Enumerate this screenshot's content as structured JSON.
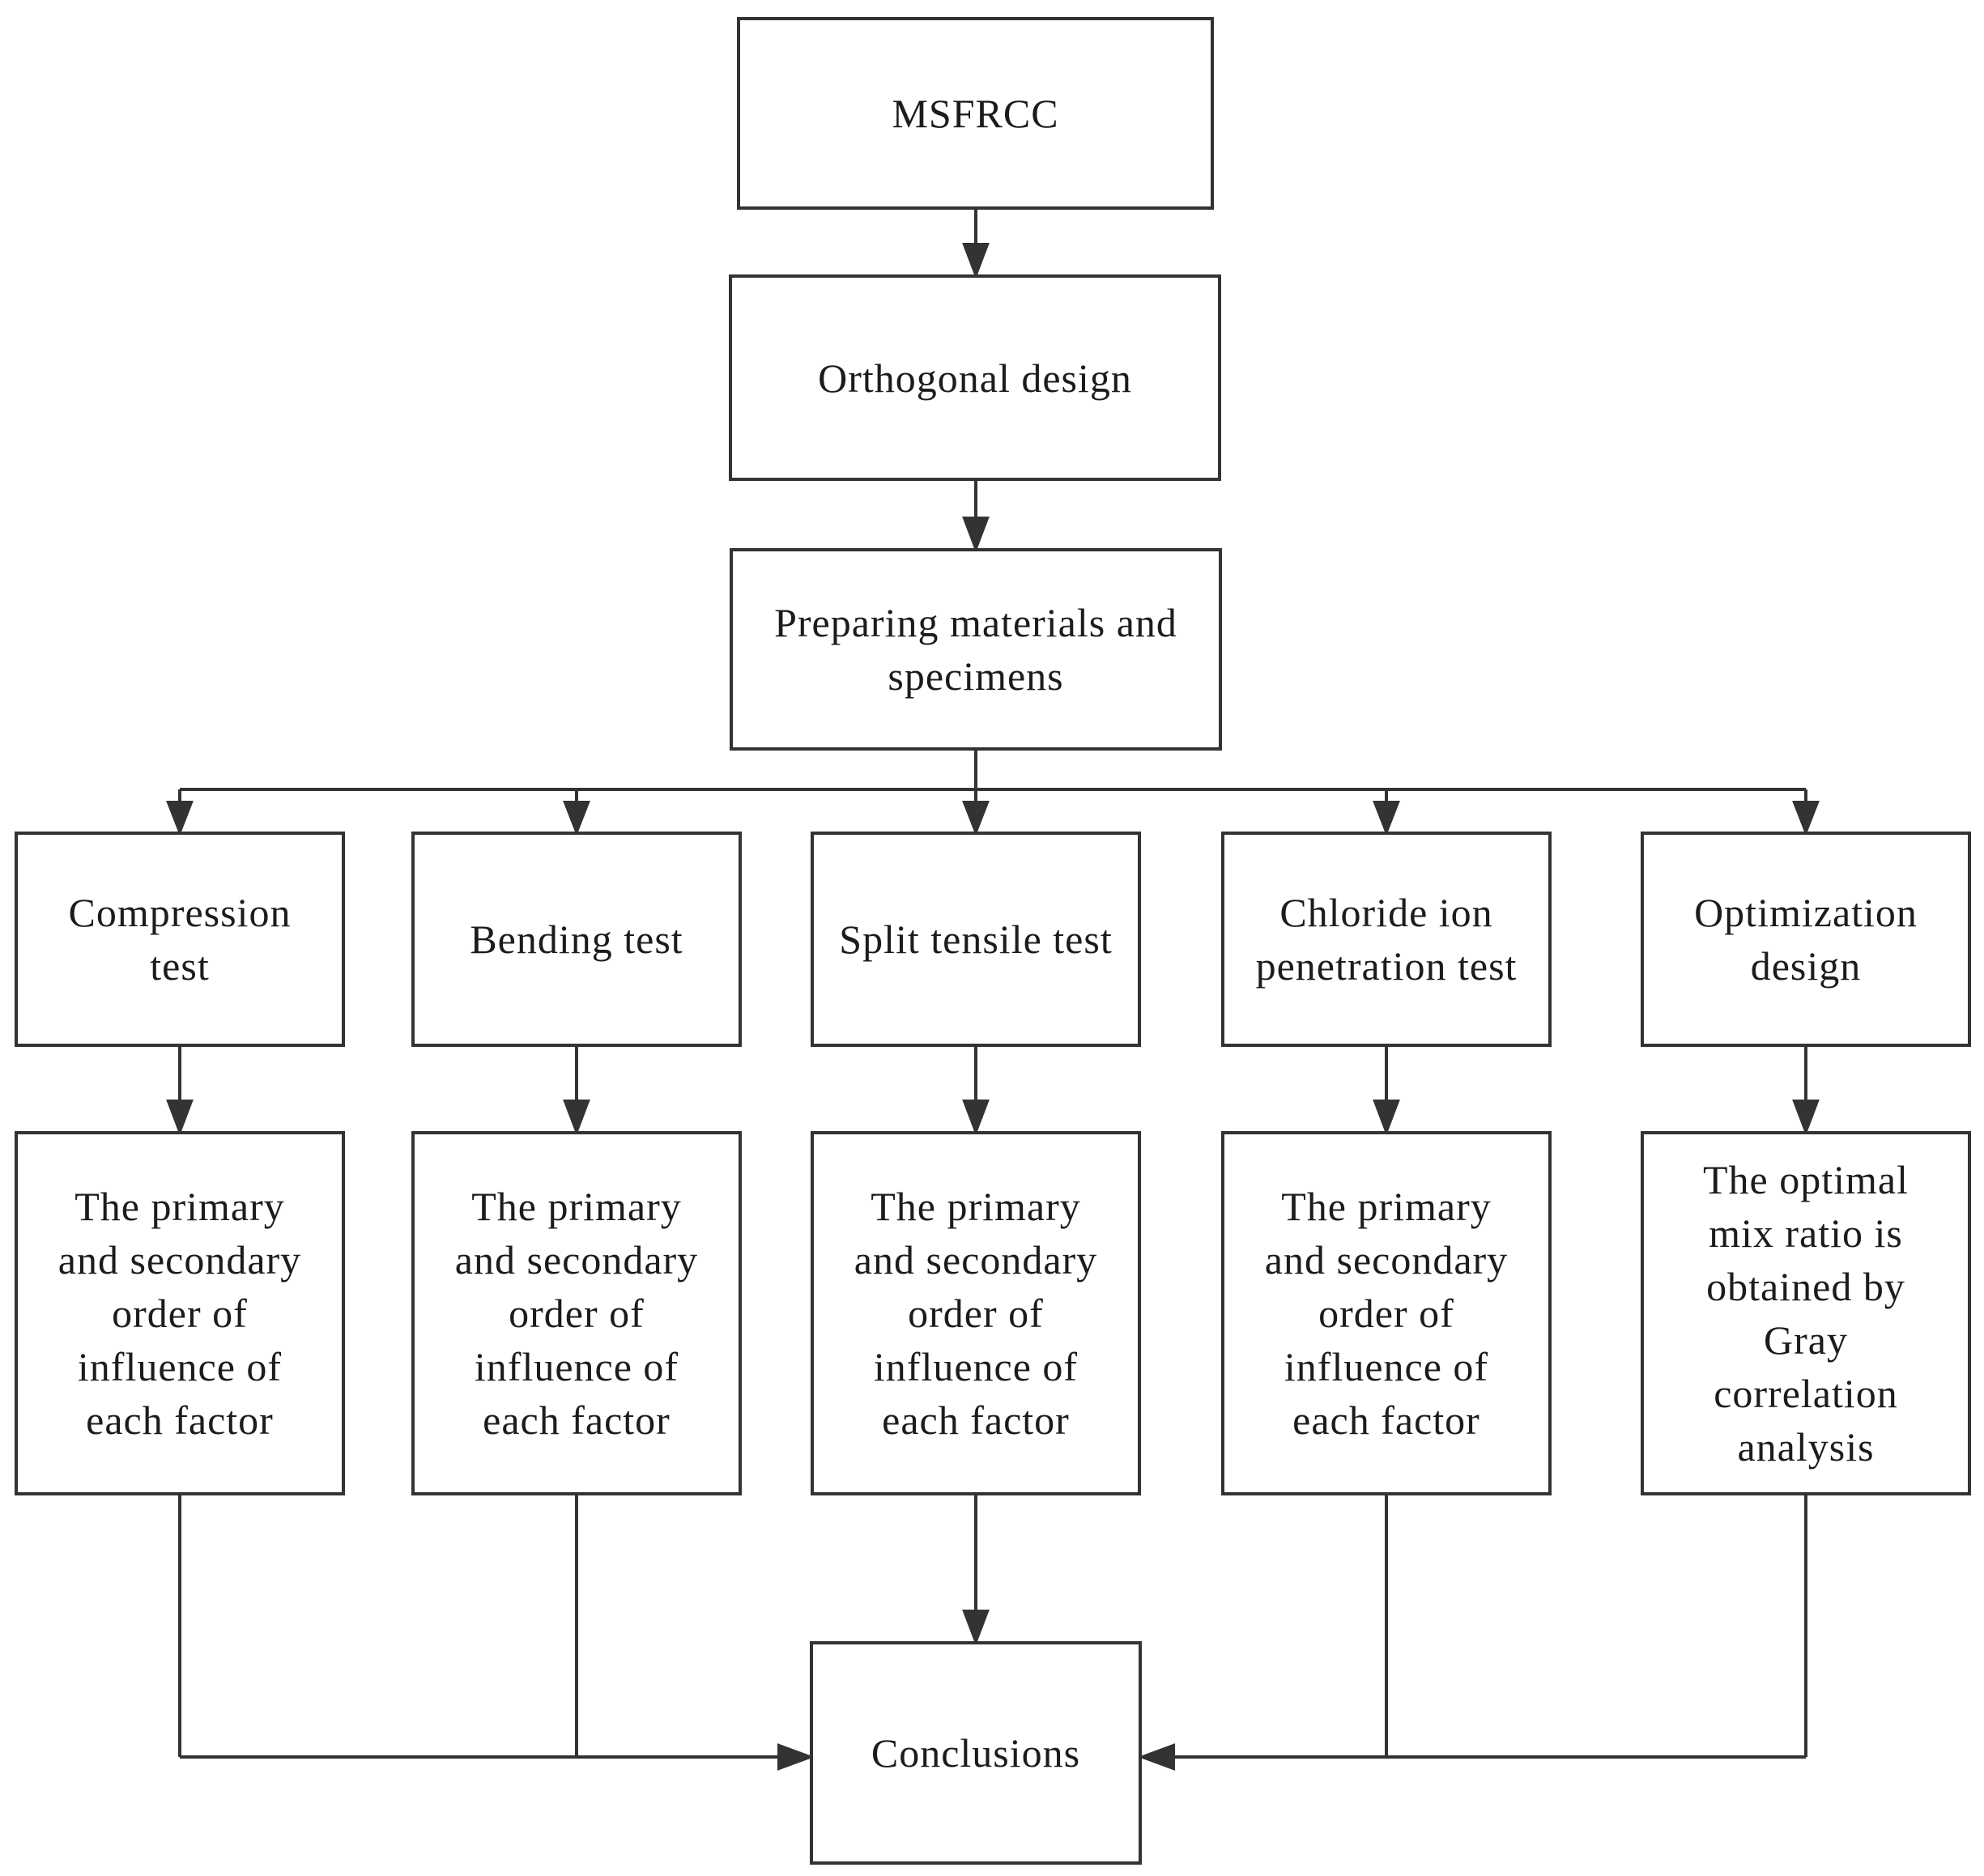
{
  "diagram": {
    "type": "flowchart",
    "colors": {
      "background": "#ffffff",
      "line": "#333333",
      "text": "#1c1c1c"
    },
    "nodes": {
      "msfrcc": {
        "label": "MSFRCC"
      },
      "orthogonal": {
        "label": "Orthogonal design"
      },
      "preparing": {
        "label": "Preparing materials and\nspecimens"
      },
      "compression": {
        "label": "Compression\ntest"
      },
      "bending": {
        "label": "Bending test"
      },
      "split": {
        "label": "Split tensile test"
      },
      "chloride": {
        "label": "Chloride ion\npenetration test"
      },
      "optimization": {
        "label": "Optimization\ndesign"
      },
      "result_compression": {
        "label": "The primary\nand secondary\norder of\ninfluence of\neach factor"
      },
      "result_bending": {
        "label": "The primary\nand secondary\norder of\ninfluence of\neach factor"
      },
      "result_split": {
        "label": "The primary\nand secondary\norder of\ninfluence of\neach factor"
      },
      "result_chloride": {
        "label": "The primary\nand secondary\norder of\ninfluence of\neach factor"
      },
      "result_optimization": {
        "label": "The optimal\nmix ratio is\nobtained by\nGray\ncorrelation\nanalysis"
      },
      "conclusions": {
        "label": "Conclusions"
      }
    },
    "edges": [
      {
        "from": "msfrcc",
        "to": "orthogonal"
      },
      {
        "from": "orthogonal",
        "to": "preparing"
      },
      {
        "from": "preparing",
        "to": "compression"
      },
      {
        "from": "preparing",
        "to": "bending"
      },
      {
        "from": "preparing",
        "to": "split"
      },
      {
        "from": "preparing",
        "to": "chloride"
      },
      {
        "from": "preparing",
        "to": "optimization"
      },
      {
        "from": "compression",
        "to": "result_compression"
      },
      {
        "from": "bending",
        "to": "result_bending"
      },
      {
        "from": "split",
        "to": "result_split"
      },
      {
        "from": "chloride",
        "to": "result_chloride"
      },
      {
        "from": "optimization",
        "to": "result_optimization"
      },
      {
        "from": "result_compression",
        "to": "conclusions"
      },
      {
        "from": "result_bending",
        "to": "conclusions"
      },
      {
        "from": "result_split",
        "to": "conclusions"
      },
      {
        "from": "result_chloride",
        "to": "conclusions"
      },
      {
        "from": "result_optimization",
        "to": "conclusions"
      }
    ]
  }
}
